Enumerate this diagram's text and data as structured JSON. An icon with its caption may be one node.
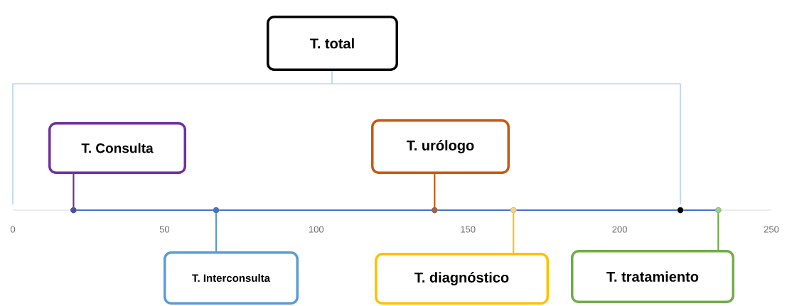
{
  "diagram": {
    "nodes": [
      {
        "text": [
          "T. total"
        ]
      },
      {
        "text": [
          "T. Consulta"
        ]
      },
      {
        "text": [
          "T. urólogo"
        ]
      },
      {
        "text": [
          "T. Interconsulta"
        ]
      },
      {
        "text": [
          "T. diagnóstico"
        ]
      },
      {
        "text": [
          "T. tratamiento"
        ]
      },
      {
        "text": [],
        "shape": "circle"
      },
      {
        "text": [],
        "shape": "circle"
      },
      {
        "text": [],
        "shape": "circle"
      },
      {
        "text": [],
        "shape": "circle"
      },
      {
        "text": [],
        "shape": "circle"
      },
      {
        "text": [],
        "shape": "circle"
      }
    ],
    "edges": [
      {
        "from": 1,
        "to": 6,
        "arrow": "none",
        "color": "#7030a0"
      },
      {
        "from": 3,
        "to": 7,
        "arrow": "none",
        "color": "#5b9bd5"
      },
      {
        "from": 2,
        "to": 8,
        "arrow": "none",
        "color": "#c55a11"
      },
      {
        "from": 4,
        "to": 9,
        "arrow": "none",
        "color": "#ffc000"
      },
      {
        "from": 5,
        "to": 11,
        "arrow": "none",
        "color": "#70ad47"
      },
      {
        "from": 6,
        "to": 7,
        "arrow": "none",
        "color": "#4472c4"
      },
      {
        "from": 7,
        "to": 8,
        "arrow": "none",
        "color": "#4472c4"
      },
      {
        "from": 8,
        "to": 9,
        "arrow": "none",
        "color": "#4472c4"
      },
      {
        "from": 9,
        "to": 10,
        "arrow": "none",
        "color": "#4472c4"
      },
      {
        "from": 10,
        "to": 11,
        "arrow": "none",
        "color": "#4472c4"
      }
    ],
    "labels": [
      "0",
      "50",
      "100",
      "150",
      "200",
      "250"
    ]
  }
}
